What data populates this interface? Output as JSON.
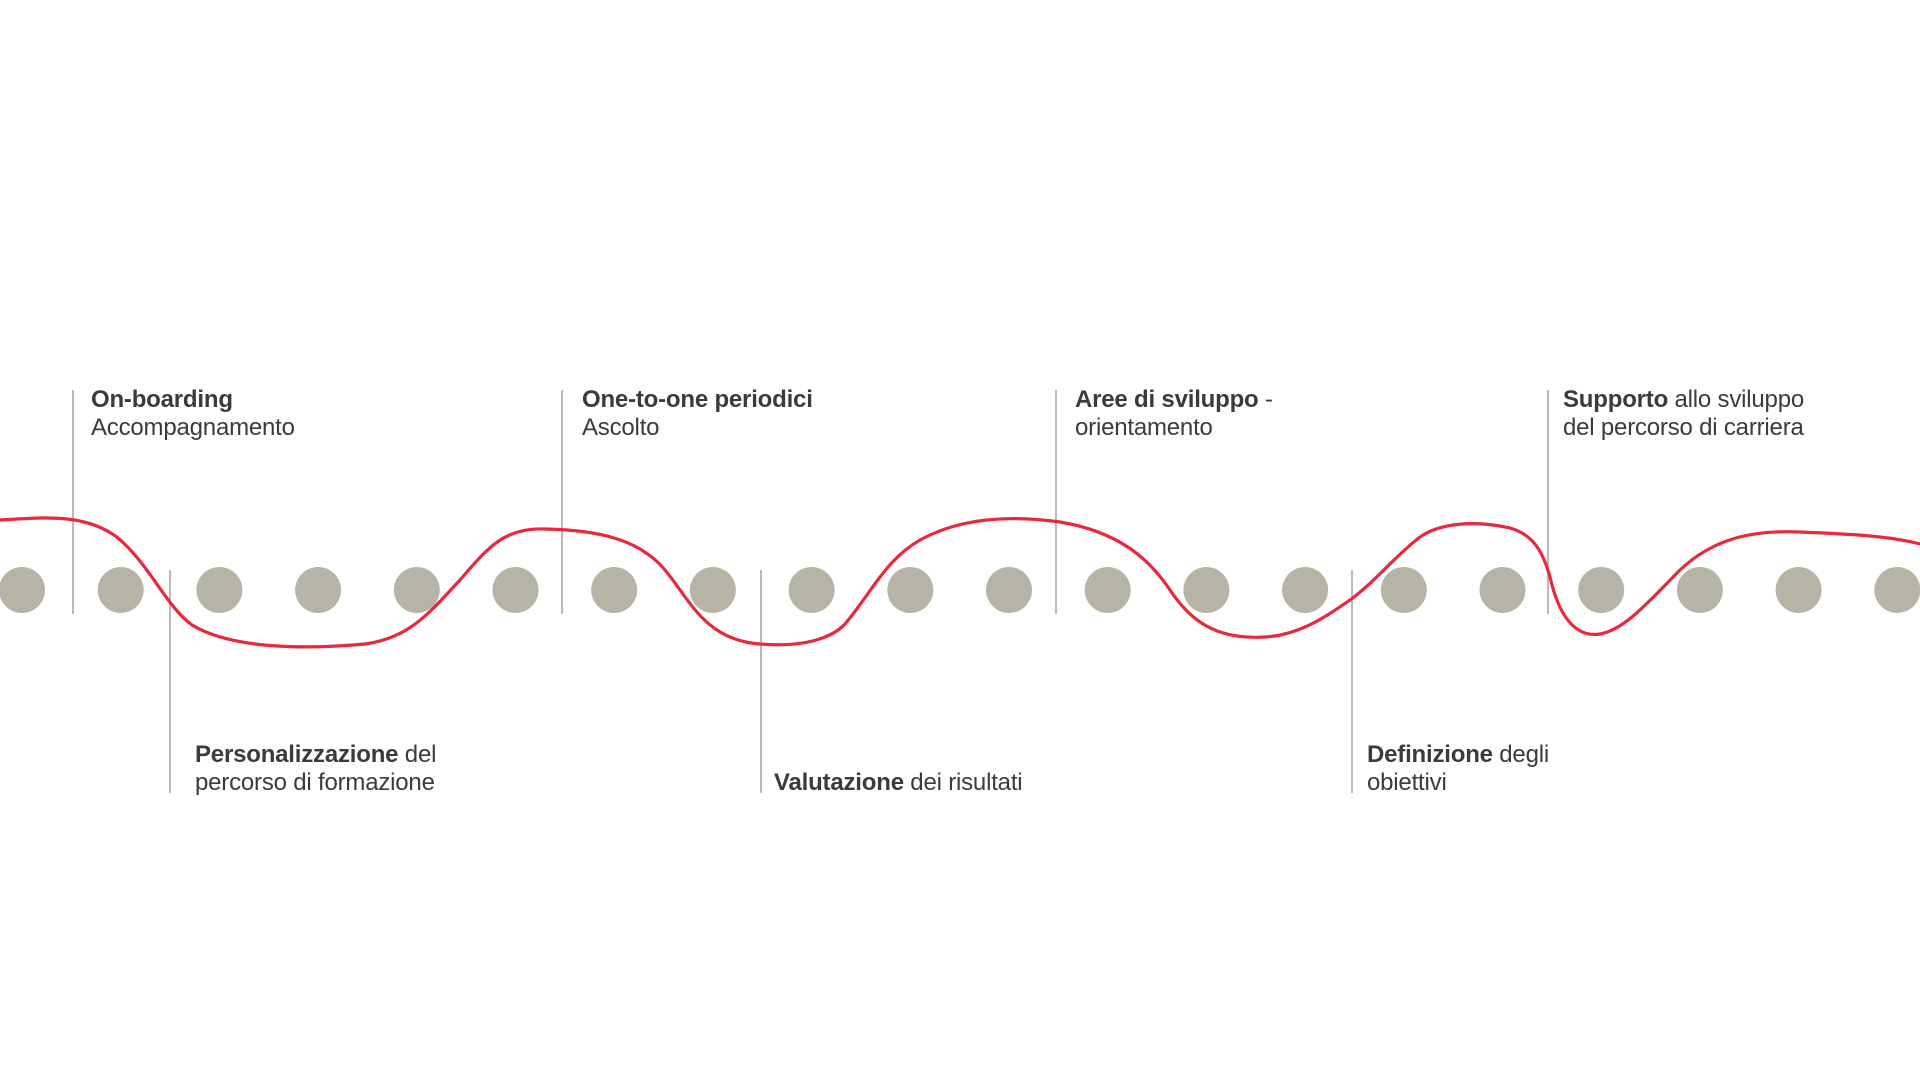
{
  "colors": {
    "background": "#ffffff",
    "dot": "#b5b4a5",
    "wave": "#e8283c",
    "divider": "#9c9c9c",
    "text": "#3d3a3b"
  },
  "steps": [
    {
      "id": "onboarding",
      "position": "top",
      "line1": {
        "bold": "On-boarding",
        "regular": ""
      },
      "line2": {
        "bold": "",
        "regular": "Accompagnamento"
      }
    },
    {
      "id": "personalizzazione",
      "position": "bottom",
      "line1": {
        "bold": "Personalizzazione",
        "regular": " del"
      },
      "line2": {
        "bold": "",
        "regular": "percorso di formazione"
      }
    },
    {
      "id": "one-to-one",
      "position": "top",
      "line1": {
        "bold": "One-to-one periodici",
        "regular": ""
      },
      "line2": {
        "bold": "",
        "regular": "Ascolto"
      }
    },
    {
      "id": "valutazione",
      "position": "bottom",
      "line1": {
        "bold": "Valutazione",
        "regular": " dei risultati"
      },
      "line2": {
        "bold": "",
        "regular": ""
      }
    },
    {
      "id": "aree-sviluppo",
      "position": "top",
      "line1": {
        "bold": "Aree di sviluppo",
        "regular": " -"
      },
      "line2": {
        "bold": "",
        "regular": "orientamento"
      }
    },
    {
      "id": "definizione",
      "position": "bottom",
      "line1": {
        "bold": "Definizione",
        "regular": " degli"
      },
      "line2": {
        "bold": "",
        "regular": "obiettivi"
      }
    },
    {
      "id": "supporto",
      "position": "top",
      "line1": {
        "bold": "Supporto",
        "regular": " allo sviluppo"
      },
      "line2": {
        "bold": "",
        "regular": "del percorso di carriera"
      }
    }
  ]
}
